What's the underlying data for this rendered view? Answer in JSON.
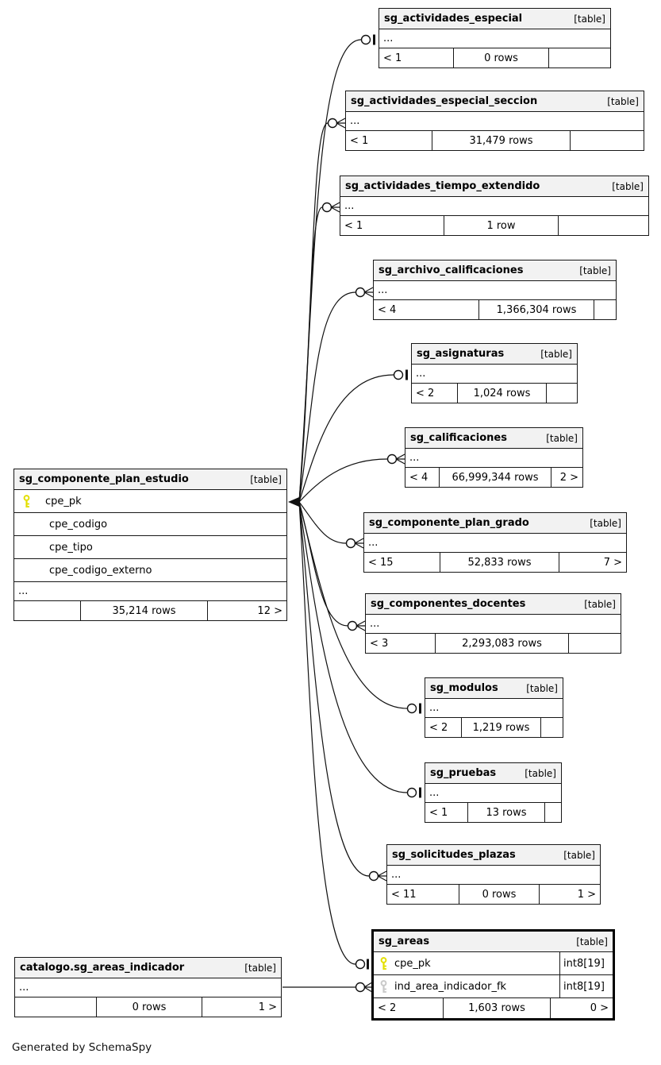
{
  "footer_note": "Generated by SchemaSpy",
  "colors": {
    "primary_key": "#e3df00",
    "foreign_key": "#c9c9c9",
    "header_bg": "#f2f2f2",
    "border": "#171717"
  },
  "tables": {
    "especial": {
      "name": "sg_actividades_especial",
      "tag": "[table]",
      "more": "...",
      "footer": {
        "parents": "< 1",
        "rows": "0 rows",
        "children": ""
      }
    },
    "seccion": {
      "name": "sg_actividades_especial_seccion",
      "tag": "[table]",
      "more": "...",
      "footer": {
        "parents": "< 1",
        "rows": "31,479 rows",
        "children": ""
      }
    },
    "tiempo": {
      "name": "sg_actividades_tiempo_extendido",
      "tag": "[table]",
      "more": "...",
      "footer": {
        "parents": "< 1",
        "rows": "1 row",
        "children": ""
      }
    },
    "archivo": {
      "name": "sg_archivo_calificaciones",
      "tag": "[table]",
      "more": "...",
      "footer": {
        "parents": "< 4",
        "rows": "1,366,304 rows",
        "children": ""
      }
    },
    "asignaturas": {
      "name": "sg_asignaturas",
      "tag": "[table]",
      "more": "...",
      "footer": {
        "parents": "< 2",
        "rows": "1,024 rows",
        "children": ""
      }
    },
    "calificaciones": {
      "name": "sg_calificaciones",
      "tag": "[table]",
      "more": "...",
      "footer": {
        "parents": "< 4",
        "rows": "66,999,344 rows",
        "children": "2 >"
      }
    },
    "main": {
      "name": "sg_componente_plan_estudio",
      "tag": "[table]",
      "columns": [
        {
          "name": "cpe_pk",
          "key": "primary"
        },
        {
          "name": "cpe_codigo"
        },
        {
          "name": "cpe_tipo"
        },
        {
          "name": "cpe_codigo_externo"
        }
      ],
      "more": "...",
      "footer": {
        "parents": "",
        "rows": "35,214 rows",
        "children": "12 >"
      }
    },
    "plangrado": {
      "name": "sg_componente_plan_grado",
      "tag": "[table]",
      "more": "...",
      "footer": {
        "parents": "< 15",
        "rows": "52,833 rows",
        "children": "7 >"
      }
    },
    "docentes": {
      "name": "sg_componentes_docentes",
      "tag": "[table]",
      "more": "...",
      "footer": {
        "parents": "< 3",
        "rows": "2,293,083 rows",
        "children": ""
      }
    },
    "modulos": {
      "name": "sg_modulos",
      "tag": "[table]",
      "more": "...",
      "footer": {
        "parents": "< 2",
        "rows": "1,219 rows",
        "children": ""
      }
    },
    "pruebas": {
      "name": "sg_pruebas",
      "tag": "[table]",
      "more": "...",
      "footer": {
        "parents": "< 1",
        "rows": "13 rows",
        "children": ""
      }
    },
    "solicitudes": {
      "name": "sg_solicitudes_plazas",
      "tag": "[table]",
      "more": "...",
      "footer": {
        "parents": "< 11",
        "rows": "0 rows",
        "children": "1 >"
      }
    },
    "areas": {
      "name": "sg_areas",
      "tag": "[table]",
      "columns": [
        {
          "name": "cpe_pk",
          "type": "int8[19]",
          "key": "primary"
        },
        {
          "name": "ind_area_indicador_fk",
          "type": "int8[19]",
          "key": "foreign"
        }
      ],
      "footer": {
        "parents": "< 2",
        "rows": "1,603 rows",
        "children": "0 >"
      }
    },
    "catalogo": {
      "name": "catalogo.sg_areas_indicador",
      "tag": "[table]",
      "more": "...",
      "footer": {
        "parents": "",
        "rows": "0 rows",
        "children": "1 >"
      }
    }
  }
}
